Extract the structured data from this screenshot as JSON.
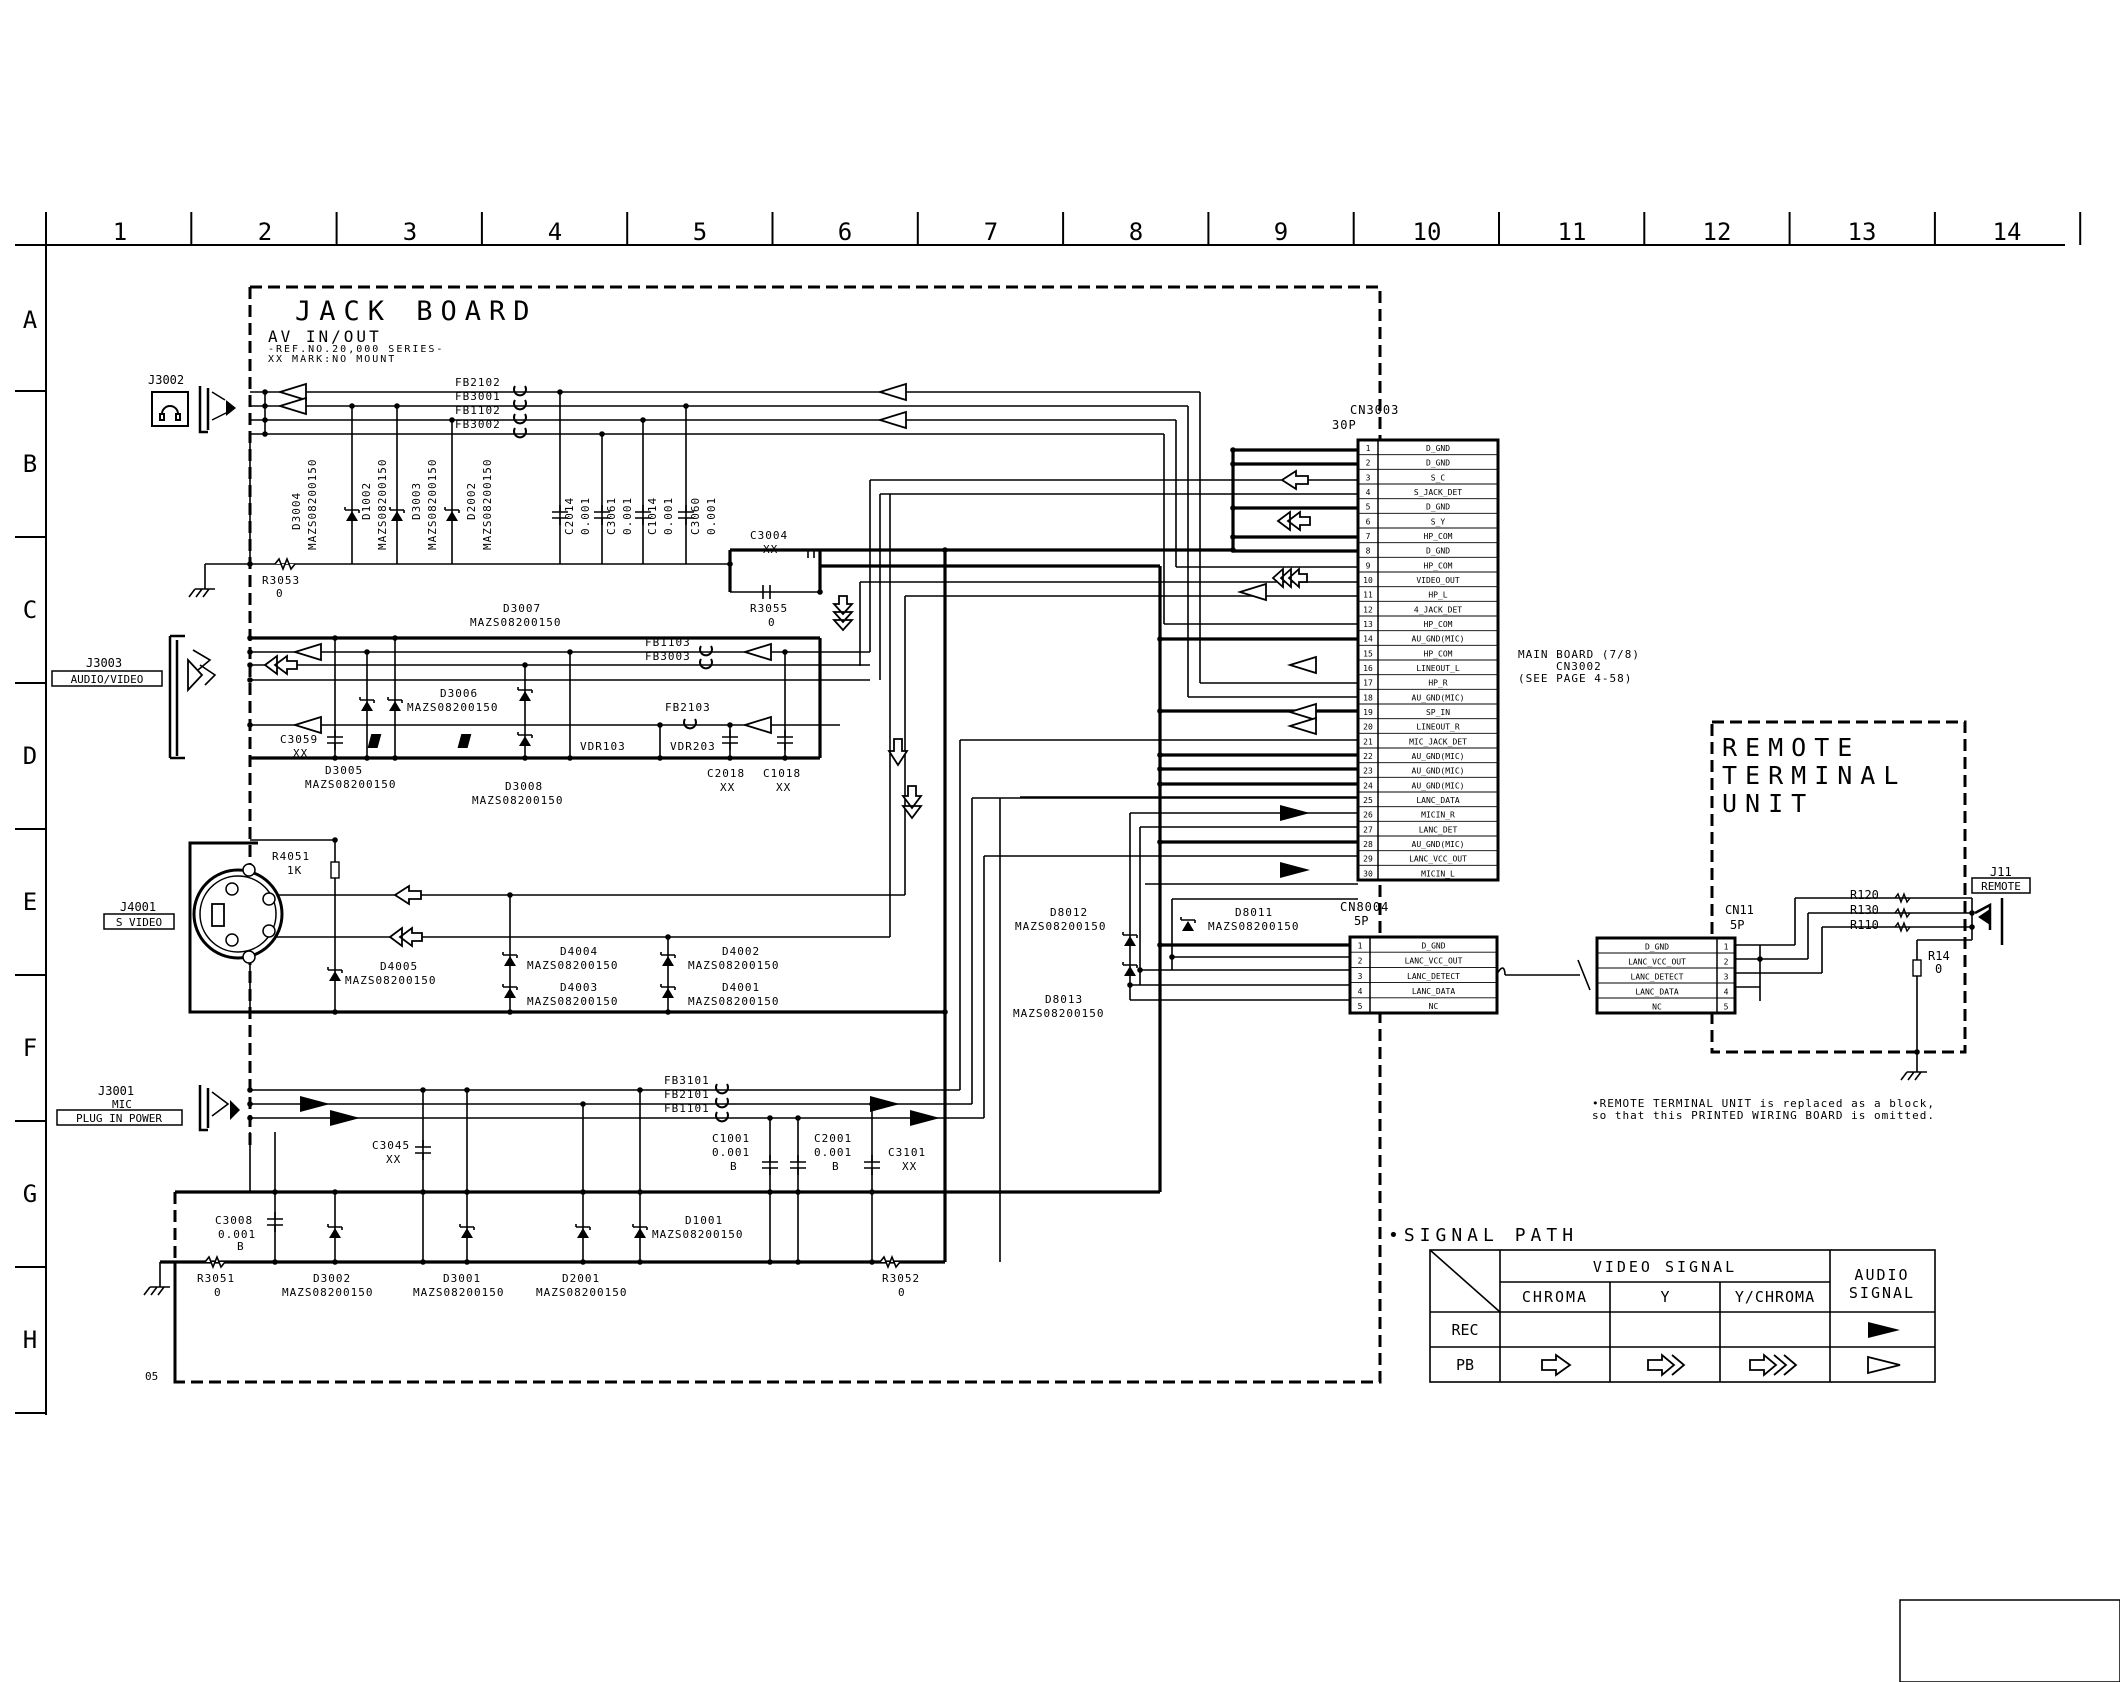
{
  "grid": {
    "columns": [
      "1",
      "2",
      "3",
      "4",
      "5",
      "6",
      "7",
      "8",
      "9",
      "10",
      "11",
      "12",
      "13",
      "14"
    ],
    "rows": [
      "A",
      "B",
      "C",
      "D",
      "E",
      "F",
      "G",
      "H"
    ]
  },
  "jack_board": {
    "title": "JACK BOARD",
    "subtitle": "AV IN/OUT",
    "ref_note": "-REF.NO.20,000 SERIES-",
    "mount_note": "XX MARK:NO MOUNT",
    "corner_label": "05"
  },
  "jacks": {
    "j3002": "J3002",
    "j3003": "J3003",
    "j3003_name": "AUDIO/VIDEO",
    "j4001": "J4001",
    "j4001_name": "S VIDEO",
    "j3001": "J3001",
    "j3001_name1": "MIC",
    "j3001_name2": "PLUG IN POWER"
  },
  "ferrites": [
    "FB2102",
    "FB3001",
    "FB1102",
    "FB3002",
    "FB1103",
    "FB3003",
    "FB2103",
    "FB3101",
    "FB2101",
    "FB1101"
  ],
  "vertical_parts": [
    {
      "ref": "D3004",
      "val": "MAZS08200150"
    },
    {
      "ref": "D1002",
      "val": "MAZS08200150"
    },
    {
      "ref": "D3003",
      "val": "MAZS08200150"
    },
    {
      "ref": "D2002",
      "val": "MAZS08200150"
    },
    {
      "ref": "C2014",
      "val": "0.001"
    },
    {
      "ref": "C3061",
      "val": "0.001"
    },
    {
      "ref": "C1014",
      "val": "0.001"
    },
    {
      "ref": "C3060",
      "val": "0.001"
    }
  ],
  "parts": {
    "r3053": "R3053",
    "r3053_val": "0",
    "c3004": "C3004",
    "c3004_val": "XX",
    "r3055": "R3055",
    "r3055_val": "0",
    "d3007": "D3007",
    "d3007_val": "MAZS08200150",
    "d3006": "D3006",
    "d3006_val": "MAZS08200150",
    "c3059": "C3059",
    "c3059_val": "XX",
    "d3005": "D3005",
    "d3005_val": "MAZS08200150",
    "d3008": "D3008",
    "d3008_val": "MAZS08200150",
    "vdr103": "VDR103",
    "vdr203": "VDR203",
    "c2018": "C2018",
    "c2018_val": "XX",
    "c1018": "C1018",
    "c1018_val": "XX",
    "r4051": "R4051",
    "r4051_val": "1K",
    "d4005": "D4005",
    "d4005_val": "MAZS08200150",
    "d4004": "D4004",
    "d4004_val": "MAZS08200150",
    "d4003": "D4003",
    "d4003_val": "MAZS08200150",
    "d4002": "D4002",
    "d4002_val": "MAZS08200150",
    "d4001": "D4001",
    "d4001_val": "MAZS08200150",
    "d8012": "D8012",
    "d8012_val": "MAZS08200150",
    "d8011": "D8011",
    "d8011_val": "MAZS08200150",
    "d8013": "D8013",
    "d8013_val": "MAZS08200150",
    "c3045": "C3045",
    "c3045_val": "XX",
    "c1001": "C1001",
    "c1001_val": "0.001",
    "c1001_t": "B",
    "c2001": "C2001",
    "c2001_val": "0.001",
    "c2001_t": "B",
    "c3101": "C3101",
    "c3101_val": "XX",
    "c3008": "C3008",
    "c3008_val": "0.001",
    "c3008_t": "B",
    "d1001": "D1001",
    "d1001_val": "MAZS08200150",
    "r3051": "R3051",
    "r3051_val": "0",
    "d3002": "D3002",
    "d3002_val": "MAZS08200150",
    "d3001": "D3001",
    "d3001_val": "MAZS08200150",
    "d2001": "D2001",
    "d2001_val": "MAZS08200150",
    "r3052": "R3052",
    "r3052_val": "0"
  },
  "cn3003": {
    "ref": "CN3003",
    "pins_label": "30P",
    "pins": [
      "D_GND",
      "D_GND",
      "S_C",
      "S_JACK_DET",
      "D_GND",
      "S_Y",
      "HP_COM",
      "D_GND",
      "HP_COM",
      "VIDEO_OUT",
      "HP_L",
      "4_JACK_DET",
      "HP_COM",
      "AU_GND(MIC)",
      "HP_COM",
      "LINEOUT_L",
      "HP_R",
      "AU_GND(MIC)",
      "SP_IN",
      "LINEOUT_R",
      "MIC_JACK_DET",
      "AU_GND(MIC)",
      "AU_GND(MIC)",
      "AU_GND(MIC)",
      "LANC_DATA",
      "MICIN_R",
      "LANC_DET",
      "AU_GND(MIC)",
      "LANC_VCC_OUT",
      "MICIN_L"
    ]
  },
  "main_board": {
    "line1": "MAIN BOARD (7/8)",
    "line2": "CN3002",
    "line3": "(SEE PAGE 4-58)"
  },
  "cn8004": {
    "ref": "CN8004",
    "pins_label": "5P",
    "pins": [
      "D_GND",
      "LANC_VCC_OUT",
      "LANC_DETECT",
      "LANC_DATA",
      "NC"
    ]
  },
  "remote_unit": {
    "title1": "REMOTE",
    "title2": "TERMINAL",
    "title3": "UNIT",
    "cn11": "CN11",
    "cn11_pins_label": "5P",
    "pins": [
      "D_GND",
      "LANC_VCC_OUT",
      "LANC_DETECT",
      "LANC_DATA",
      "NC"
    ],
    "r120": "R120",
    "r130": "R130",
    "r110": "R110",
    "r14": "R14",
    "r14_val": "0",
    "j11": "J11",
    "j11_name": "REMOTE",
    "note1": "•REMOTE TERMINAL UNIT is replaced as a block,",
    "note2": "so that this PRINTED WIRING BOARD is omitted."
  },
  "signal_path": {
    "title": "•SIGNAL PATH",
    "video_signal": "VIDEO SIGNAL",
    "chroma": "CHROMA",
    "y": "Y",
    "y_chroma": "Y/CHROMA",
    "audio1": "AUDIO",
    "audio2": "SIGNAL",
    "rec": "REC",
    "pb": "PB"
  }
}
